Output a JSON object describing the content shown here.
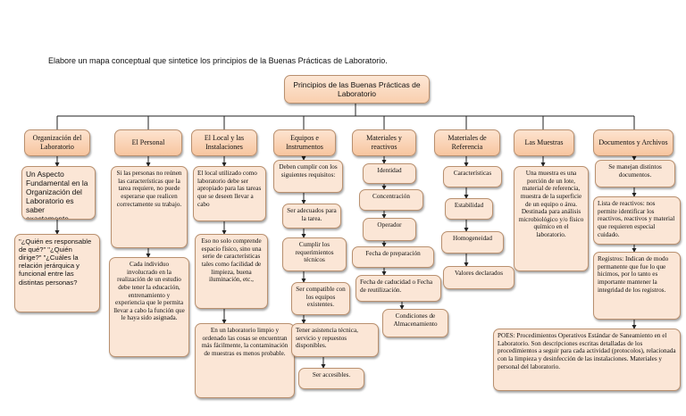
{
  "instruction": "Elabore un mapa conceptual que sintetice los principios de la Buenas Prácticas de Laboratorio.",
  "root": "Principios de las Buenas Prácticas de Laboratorio",
  "columns": [
    {
      "title": "Organización del Laboratorio",
      "items": [
        "Un Aspecto Fundamental en la Organización del Laboratorio es saber exactamente.",
        "\"¿Quién es responsable de qué?\" \"¿Quién dirige?\" \"¿Cuáles la relación jerárquica y funcional entre las distintas personas?"
      ]
    },
    {
      "title": "El Personal",
      "items": [
        "Si las personas no reúnen las características que la tarea requiere, no puede esperarse que realicen correctamente su trabajo.",
        "Cada individuo involucrado en la realización de un estudio debe tener la educación, entrenamiento y experiencia que le permita llevar a cabo la función que le haya sido asignada."
      ]
    },
    {
      "title": "El Local y las Instalaciones",
      "items": [
        "El local utilizado como laboratorio debe ser apropiado para las tareas que se deseen llevar a cabo",
        "Eso no solo comprende espacio físico, sino una serie de características tales como facilidad de limpieza, buena iluminación, etc.,",
        "En un laboratorio limpio y ordenado las cosas se encuentran más fácilmente, la contaminación de muestras es menos probable."
      ]
    },
    {
      "title": "Equipos e Instrumentos",
      "items": [
        "Deben cumplir con los siguientes requisitos:",
        "Ser adecuados para la tarea.",
        "Cumplir los requerimientos técnicos",
        "Ser compatible con los equipos existentes.",
        "Tener asistencia técnica, servicio y repuestos disponibles.",
        "Ser accesibles."
      ]
    },
    {
      "title": "Materiales y reactivos",
      "items": [
        "Identidad",
        "Concentración",
        "Operador",
        "Fecha de preparación",
        "Fecha de caducidad o Fecha de reutilización.",
        "Condiciones de Almacenamiento"
      ]
    },
    {
      "title": "Materiales de Referencia",
      "items": [
        "Características",
        "Estabilidad",
        "Homogeneidad",
        "Valores declarados"
      ]
    },
    {
      "title": "Las Muestras",
      "items": [
        "Una muestra es una porción de un lote, material de referencia, muestra de la superficie de un equipo o área. Destinada para análisis microbiológico y/o físico químico en el laboratorio."
      ]
    },
    {
      "title": "Documentos y Archivos",
      "items": [
        "Se manejan distintos documentos.",
        "Lista de reactivos: nos permite identificar los reactivos, reactivos y material que requieren especial cuidado.",
        "Registros: Indican de modo permanente que fue lo que hicimos, por lo tanto es importante mantener la integridad de los registros.",
        "POES: Procedimientos Operativos Estándar de Saneamiento en el Laboratorio. Son descripciones escritas detalladas de los procedimientos a seguir para cada actividad (protocolos), relacionada con la limpieza y desinfección de las instalaciones. Materiales y personal del laboratorio."
      ]
    }
  ],
  "colors": {
    "box_fill": "#fbe6d6",
    "box_border": "#b9906f",
    "line": "#222222"
  }
}
